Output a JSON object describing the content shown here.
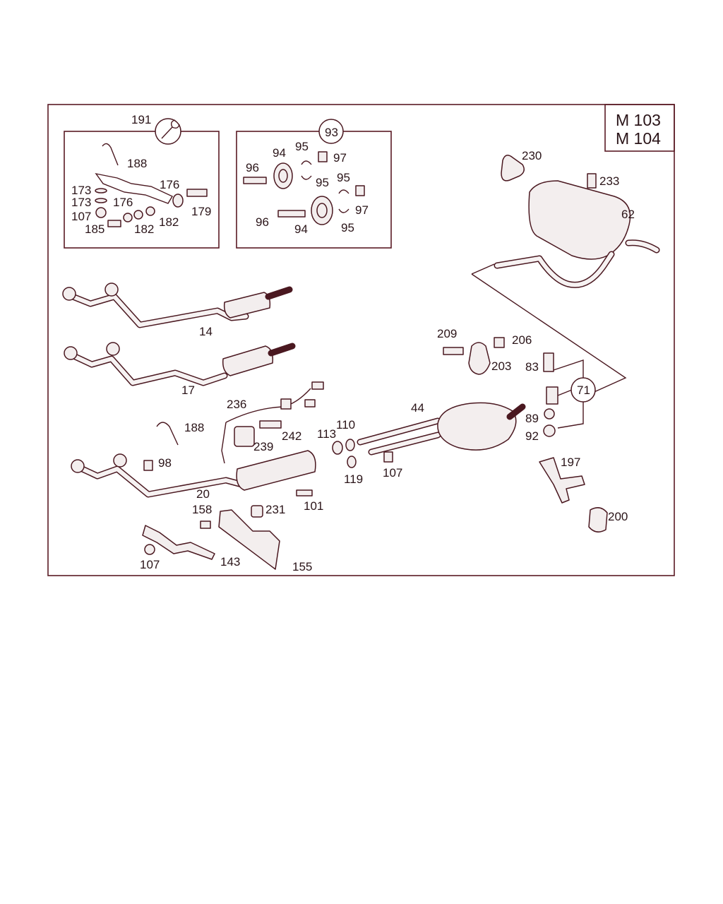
{
  "engine_codes": [
    "M 103",
    "M 104"
  ],
  "callouts": [
    {
      "id": "191"
    },
    {
      "id": "188"
    },
    {
      "id": "176"
    },
    {
      "id": "173"
    },
    {
      "id": "173"
    },
    {
      "id": "176"
    },
    {
      "id": "179"
    },
    {
      "id": "107"
    },
    {
      "id": "185"
    },
    {
      "id": "182"
    },
    {
      "id": "182"
    },
    {
      "id": "93"
    },
    {
      "id": "96"
    },
    {
      "id": "94"
    },
    {
      "id": "95"
    },
    {
      "id": "97"
    },
    {
      "id": "95"
    },
    {
      "id": "95"
    },
    {
      "id": "97"
    },
    {
      "id": "96"
    },
    {
      "id": "94"
    },
    {
      "id": "95"
    },
    {
      "id": "230"
    },
    {
      "id": "233"
    },
    {
      "id": "62"
    },
    {
      "id": "14"
    },
    {
      "id": "17"
    },
    {
      "id": "236"
    },
    {
      "id": "209"
    },
    {
      "id": "206"
    },
    {
      "id": "203"
    },
    {
      "id": "83"
    },
    {
      "id": "71"
    },
    {
      "id": "44"
    },
    {
      "id": "188"
    },
    {
      "id": "110"
    },
    {
      "id": "113"
    },
    {
      "id": "242"
    },
    {
      "id": "239"
    },
    {
      "id": "98"
    },
    {
      "id": "119"
    },
    {
      "id": "107"
    },
    {
      "id": "89"
    },
    {
      "id": "92"
    },
    {
      "id": "197"
    },
    {
      "id": "20"
    },
    {
      "id": "101"
    },
    {
      "id": "158"
    },
    {
      "id": "231"
    },
    {
      "id": "200"
    },
    {
      "id": "107"
    },
    {
      "id": "143"
    },
    {
      "id": "155"
    }
  ],
  "colors": {
    "line": "#4a1820",
    "frame": "#5a1a24",
    "background": "#ffffff"
  }
}
